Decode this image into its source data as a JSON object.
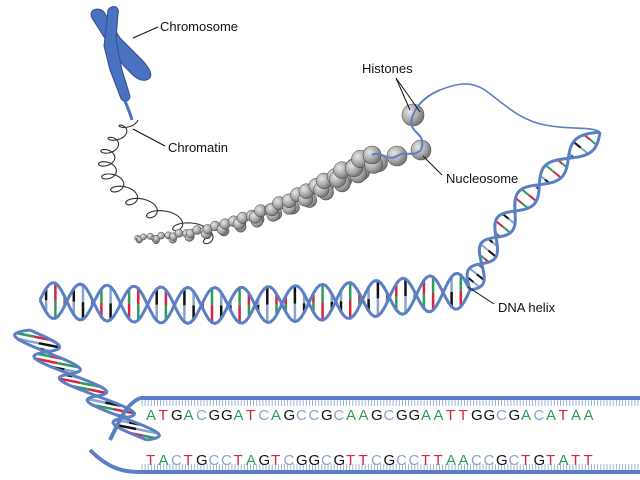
{
  "labels": {
    "chromosome": "Chromosome",
    "chromatin": "Chromatin",
    "histones": "Histones",
    "nucleosome": "Nucleosome",
    "dna_helix": "DNA helix"
  },
  "sequence": {
    "top": "ATGACGGATCAGCCGCAAGCGGAATTGGCGACATAA",
    "bottom": "TACTGCCTAGTCGGCGTTCGCCTTAACCGCTGTATT"
  },
  "colors": {
    "A": "#2e9b57",
    "T": "#d5243f",
    "G": "#111111",
    "C": "#8ba3cc",
    "backbone": "#5b7fc4",
    "chromosome": "#4a72c0",
    "bead": "#a9a9a9"
  }
}
